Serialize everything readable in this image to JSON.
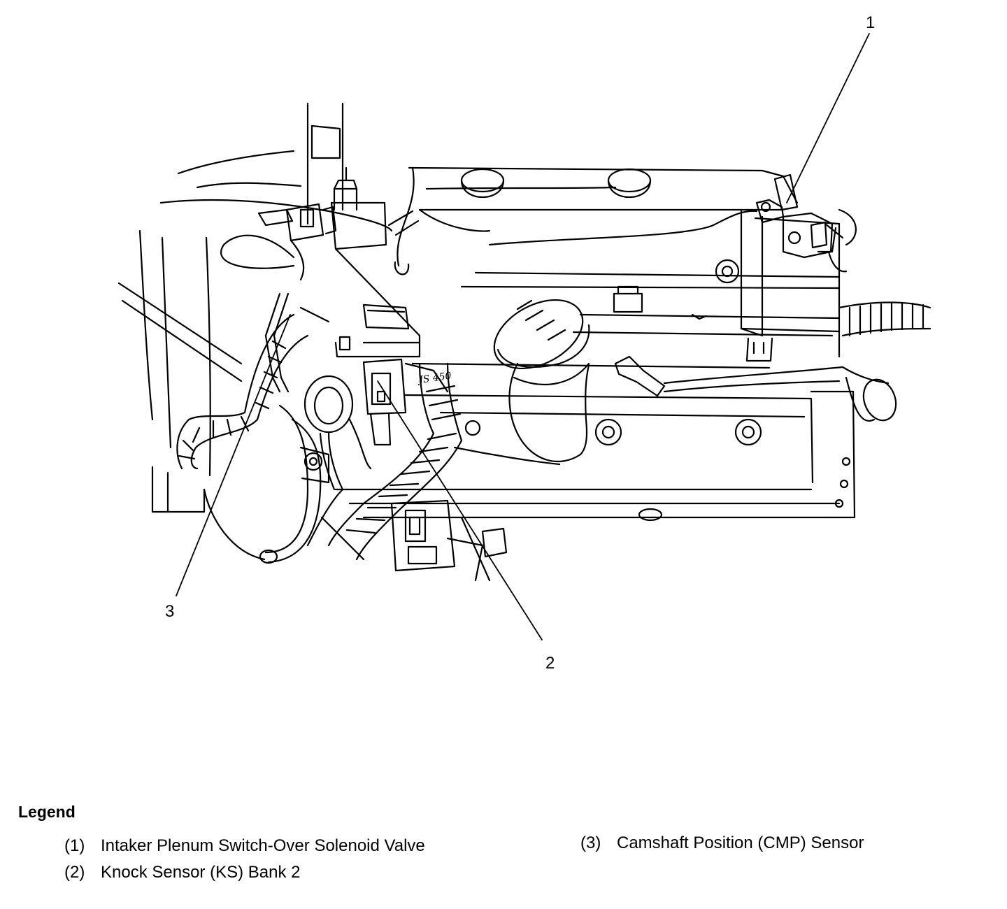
{
  "diagram": {
    "callouts": {
      "c1": "1",
      "c2": "2",
      "c3": "3"
    },
    "handwritten_note": "JS 450"
  },
  "legend": {
    "title": "Legend",
    "items": [
      {
        "num": "(1)",
        "label": "Intaker Plenum Switch-Over Solenoid Valve"
      },
      {
        "num": "(2)",
        "label": "Knock Sensor (KS) Bank 2"
      },
      {
        "num": "(3)",
        "label": "Camshaft Position (CMP) Sensor"
      }
    ]
  }
}
